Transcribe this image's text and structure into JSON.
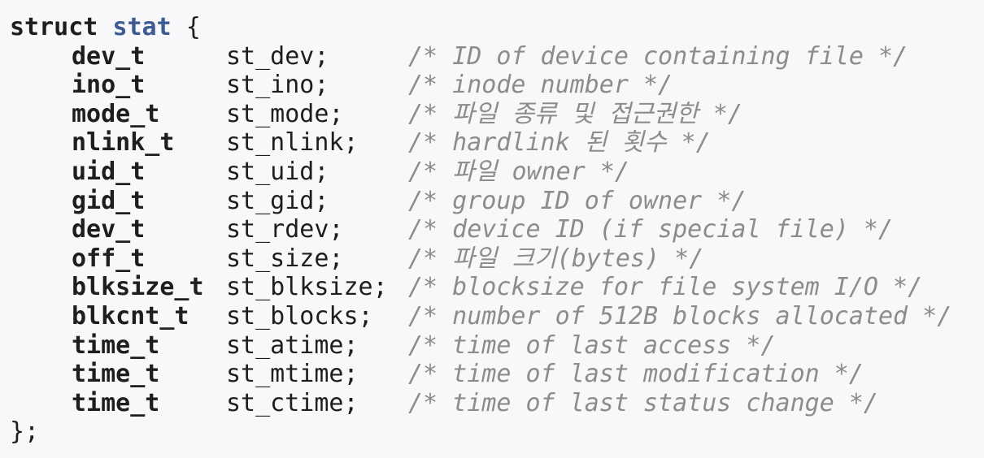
{
  "code": {
    "keyword": "struct",
    "struct_name": "stat",
    "open_brace": "{",
    "close": "};",
    "fields": [
      {
        "type": "dev_t",
        "name": "st_dev;",
        "comment": "/* ID of device containing file */"
      },
      {
        "type": "ino_t",
        "name": "st_ino;",
        "comment": "/* inode number */"
      },
      {
        "type": "mode_t",
        "name": "st_mode;",
        "comment": "/* 파일 종류 및 접근권한 */"
      },
      {
        "type": "nlink_t",
        "name": "st_nlink;",
        "comment": "/* hardlink 된 횟수 */"
      },
      {
        "type": "uid_t",
        "name": "st_uid;",
        "comment": "/* 파일 owner */"
      },
      {
        "type": "gid_t",
        "name": "st_gid;",
        "comment": "/* group ID of owner */"
      },
      {
        "type": "dev_t",
        "name": "st_rdev;",
        "comment": "/* device ID (if special file) */"
      },
      {
        "type": "off_t",
        "name": "st_size;",
        "comment": "/* 파일 크기(bytes) */"
      },
      {
        "type": "blksize_t",
        "name": "st_blksize;",
        "comment": "/* blocksize for file system I/O */"
      },
      {
        "type": "blkcnt_t",
        "name": "st_blocks;",
        "comment": "/* number of 512B blocks allocated */"
      },
      {
        "type": "time_t",
        "name": "st_atime;",
        "comment": "/* time of last access */"
      },
      {
        "type": "time_t",
        "name": "st_mtime;",
        "comment": "/* time of last modification */"
      },
      {
        "type": "time_t",
        "name": "st_ctime;",
        "comment": "/* time of last status change */"
      }
    ]
  }
}
